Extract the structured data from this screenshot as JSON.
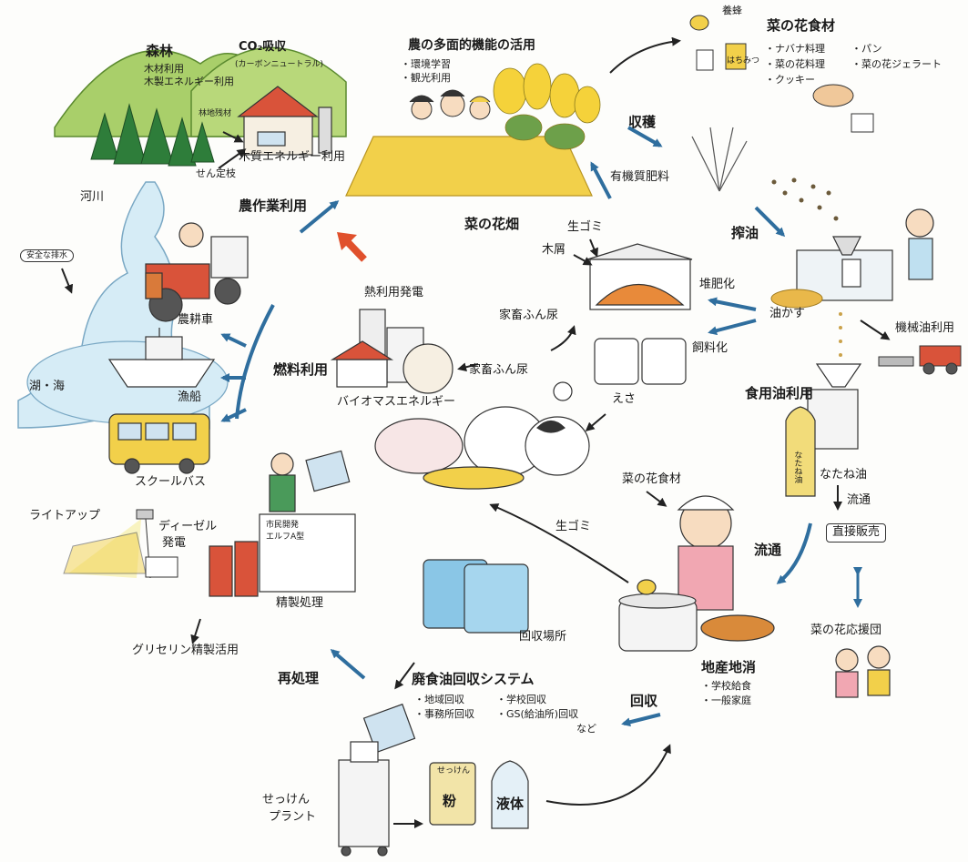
{
  "labels": {
    "forest_title": "森林",
    "forest_item1": "木材利用",
    "forest_item2": "木製エネルギー利用",
    "co2_title": "CO₂吸収",
    "co2_sub": "(カーボンニュートラル)",
    "thinning": "林地残材",
    "sawdust": "せん定枝",
    "wood_energy": "木質エネルギー利用",
    "farm_title": "農の多面的機能の活用",
    "farm_item1": "・環境学習",
    "farm_item2": "・観光利用",
    "beekeeping": "養蜂",
    "honey_jar": "はちみつ",
    "food_title": "菜の花食材",
    "food_item1": "・ナバナ料理",
    "food_item2": "・パン",
    "food_item3": "・菜の花料理",
    "food_item4": "・菜の花ジェラート",
    "food_item5": "・クッキー",
    "harvest": "収穫",
    "organic_fertilizer": "有機質肥料",
    "rapeseed_field": "菜の花畑",
    "river": "河川",
    "safe_drain": "安全な排水",
    "farm_work": "農作業利用",
    "tractor": "農耕車",
    "fishing_boat": "漁船",
    "lake_sea": "湖・海",
    "school_bus": "スクールバス",
    "fuel_use": "燃料利用",
    "heat_power": "熱利用発電",
    "biomass": "バイオマスエネルギー",
    "manure1": "家畜ふん尿",
    "manure2": "家畜ふん尿",
    "raw_garbage1": "生ゴミ",
    "wood_chips": "木屑",
    "compost": "堆肥化",
    "feed": "飼料化",
    "press": "搾油",
    "oil_cake": "油かす",
    "machine_oil": "機械油利用",
    "cooking_oil": "食用油利用",
    "rapeseed_oil": "なたね油",
    "bottle_label": "なたね油",
    "distribution1": "流通",
    "direct_sale": "直接販売",
    "distribution2": "流通",
    "supporters": "菜の花応援団",
    "esa": "えさ",
    "food_ingredients2": "菜の花食材",
    "raw_garbage2": "生ゴミ",
    "local_title": "地産地消",
    "local_item1": "・学校給食",
    "local_item2": "・一般家庭",
    "light_up": "ライトアップ",
    "diesel1": "ディーゼル",
    "diesel2": "発電",
    "machine_name1": "市民開発",
    "machine_name2": "エルフA型",
    "refining": "精製処理",
    "glycerin": "グリセリン精製活用",
    "reprocess": "再処理",
    "collection_point": "回収場所",
    "waste_oil_system": "廃食油回収システム",
    "collect_item1": "・地域回収",
    "collect_item2": "・学校回収",
    "collect_item3": "・事務所回収",
    "collect_item4": "・GS(給油所)回収",
    "collect_item5": "など",
    "collection": "回収",
    "soap_plant1": "せっけん",
    "soap_plant2": "プラント",
    "powder_label": "せっけん",
    "powder": "粉",
    "liquid": "液体"
  },
  "colors": {
    "arrow_blue": "#2f6e9e",
    "arrow_red": "#e0502c",
    "field_yellow": "#f2d04a",
    "forest_green": "#2e7d3a",
    "mountain_green": "#a9cf6a",
    "tractor_red": "#d9533a",
    "water_blue": "#b9dcef",
    "tank_blue": "#8ac6e6"
  }
}
